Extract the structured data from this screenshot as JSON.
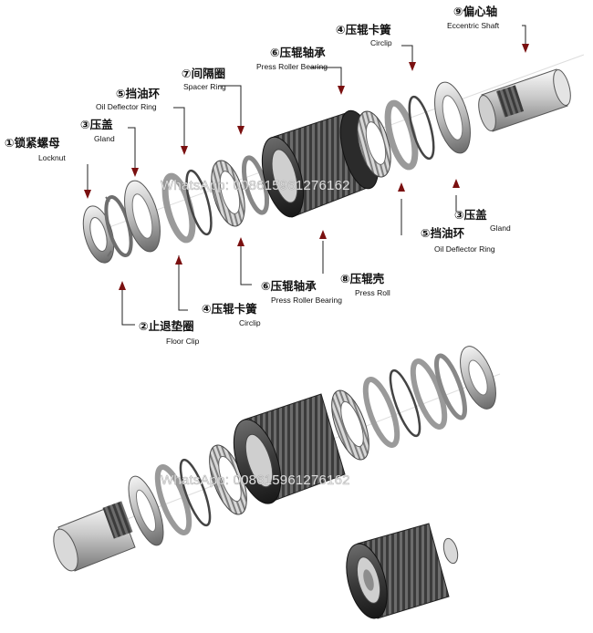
{
  "watermark": "WhatsApp: 008615961276162",
  "colors": {
    "arrow": "#7a1010",
    "leader": "#222222",
    "steel": "#b9b9b9",
    "dark": "#2f2f2f"
  },
  "labels": {
    "eccentric_shaft": {
      "cn": "⑨偏心轴",
      "en": "Eccentric Shaft"
    },
    "circlip_top": {
      "cn": "④压辊卡簧",
      "en": "Circlip"
    },
    "press_roller_bearing_top": {
      "cn": "⑥压辊轴承",
      "en": "Press Roller Bearing"
    },
    "spacer_ring": {
      "cn": "⑦间隔圈",
      "en": "Spacer Ring"
    },
    "oil_deflector_left": {
      "cn": "⑤挡油环",
      "en": "Oil Deflector Ring"
    },
    "gland_left": {
      "cn": "③压盖",
      "en": "Gland"
    },
    "locknut": {
      "cn": "①锁紧螺母",
      "en": "Locknut"
    },
    "gland_right": {
      "cn": "③压盖",
      "en": "Gland"
    },
    "oil_deflector_right": {
      "cn": "⑤挡油环",
      "en": "Oil Deflector Ring"
    },
    "press_roll": {
      "cn": "⑧压辊壳",
      "en": "Press Roll"
    },
    "press_roller_bearing_bottom": {
      "cn": "⑥压辊轴承",
      "en": "Press Roller Bearing"
    },
    "circlip_bottom": {
      "cn": "④压辊卡簧",
      "en": "Circlip"
    },
    "floor_clip": {
      "cn": "②止退垫圈",
      "en": "Floor Clip"
    }
  }
}
